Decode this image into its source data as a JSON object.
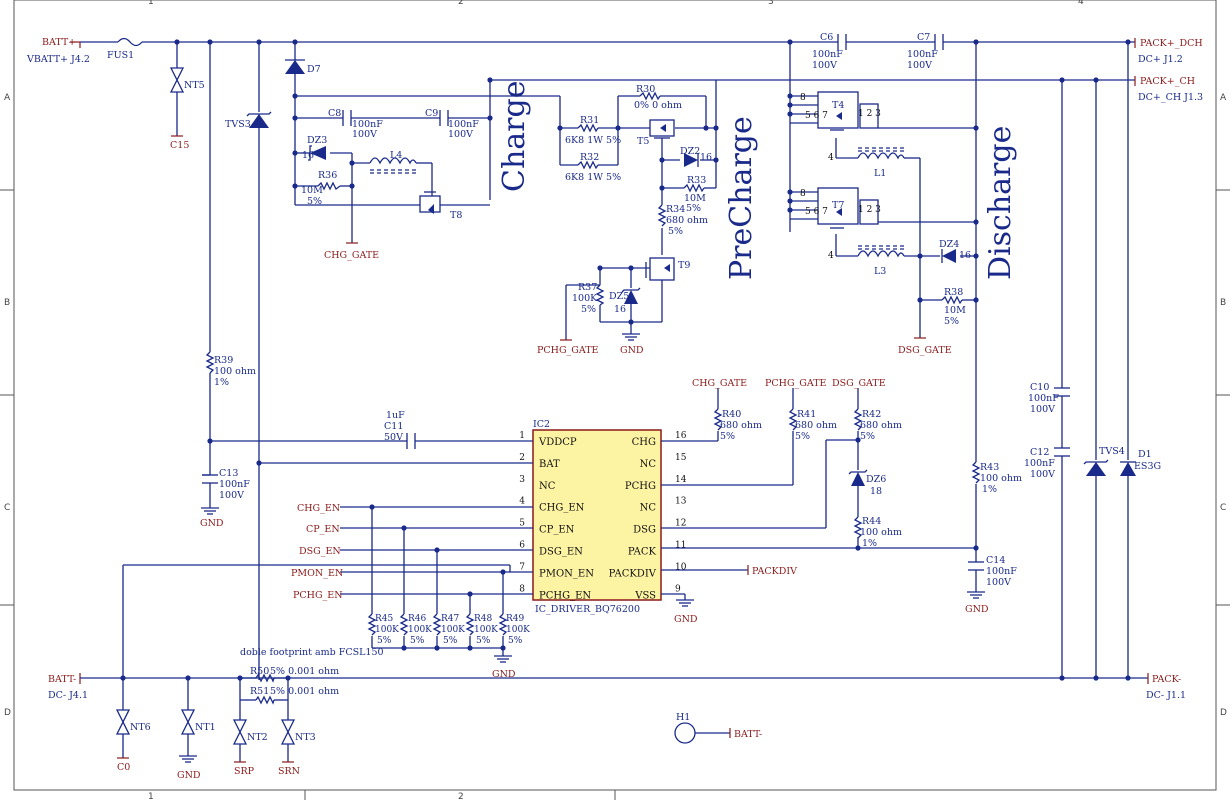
{
  "frame": {
    "cols_top": [
      "1",
      "2",
      "3",
      "4"
    ],
    "cols_bottom": [
      "1",
      "2"
    ],
    "rows": [
      "A",
      "B",
      "C",
      "D"
    ]
  },
  "sections": {
    "charge": "Charge",
    "precharge": "PreCharge",
    "discharge": "Discharge"
  },
  "connectors": {
    "batt_plus": "BATT+",
    "vbatt": "VBATT+ J4.2",
    "pack_dch": "PACK+_DCH",
    "pack_dch_ref": "DC+ J1.2",
    "pack_ch": "PACK+_CH",
    "pack_ch_ref": "DC+_CH J1.3",
    "batt_minus": "BATT-",
    "batt_minus_ref": "DC- J4.1",
    "pack_minus": "PACK-",
    "pack_minus_ref": "DC- J1.1",
    "batt_minus_h1": "BATT-"
  },
  "nets": {
    "chg_gate": "CHG_GATE",
    "pchg_gate": "PCHG_GATE",
    "dsg_gate": "DSG_GATE",
    "gnd": "GND",
    "c15": "C15",
    "c0": "C0",
    "srp": "SRP",
    "srn": "SRN",
    "chg_en": "CHG_EN",
    "cp_en": "CP_EN",
    "dsg_en": "DSG_EN",
    "pmon_en": "PMON_EN",
    "pchg_en": "PCHG_EN",
    "packdiv": "PACKDIV"
  },
  "parts": {
    "fus1": "FUS1",
    "nt5": "NT5",
    "tvs3": "TVS3",
    "d7": "D7",
    "c6": {
      "ref": "C6",
      "v1": "100nF",
      "v2": "100V"
    },
    "c7": {
      "ref": "C7",
      "v1": "100nF",
      "v2": "100V"
    },
    "c8": {
      "ref": "C8",
      "v1": "100nF",
      "v2": "100V"
    },
    "c9": {
      "ref": "C9",
      "v1": "100nF",
      "v2": "100V"
    },
    "dz3": {
      "ref": "DZ3",
      "v": "16"
    },
    "l4": "L4",
    "r36": {
      "ref": "R36",
      "v1": "10M",
      "v2": "5%"
    },
    "t8": "T8",
    "r30": {
      "ref": "R30",
      "v": "0% 0 ohm"
    },
    "r31": {
      "ref": "R31",
      "v": "6K8  1W 5%"
    },
    "r32": {
      "ref": "R32",
      "v": "6K8  1W 5%"
    },
    "t5": "T5",
    "dz2": {
      "ref": "DZ2",
      "v": "16"
    },
    "r33": {
      "ref": "R33",
      "v1": "10M",
      "v2": "5%"
    },
    "r34": {
      "ref": "R34",
      "v1": "680 ohm",
      "v2": "5%"
    },
    "t9": "T9",
    "r37": {
      "ref": "R37",
      "v1": "100K",
      "v2": "5%"
    },
    "dz5": {
      "ref": "DZ5",
      "v": "16"
    },
    "t4": "T4",
    "t7": "T7",
    "l1": "L1",
    "l3": "L3",
    "dz4": {
      "ref": "DZ4",
      "v": "16"
    },
    "r38": {
      "ref": "R38",
      "v1": "10M",
      "v2": "5%"
    },
    "r39": {
      "ref": "R39",
      "v1": "100 ohm",
      "v2": "1%"
    },
    "c11": {
      "ref": "C11",
      "v1": "1uF",
      "v2": "50V"
    },
    "c13": {
      "ref": "C13",
      "v1": "100nF",
      "v2": "100V"
    },
    "r40": {
      "ref": "R40",
      "v1": "680 ohm",
      "v2": "5%"
    },
    "r41": {
      "ref": "R41",
      "v1": "680 ohm",
      "v2": "5%"
    },
    "r42": {
      "ref": "R42",
      "v1": "680 ohm",
      "v2": "5%"
    },
    "dz6": {
      "ref": "DZ6",
      "v": "18"
    },
    "r44": {
      "ref": "R44",
      "v1": "100 ohm",
      "v2": "1%"
    },
    "r43": {
      "ref": "R43",
      "v1": "100 ohm",
      "v2": "1%"
    },
    "c14": {
      "ref": "C14",
      "v1": "100nF",
      "v2": "100V"
    },
    "c10": {
      "ref": "C10",
      "v1": "100nF",
      "v2": "100V"
    },
    "c12": {
      "ref": "C12",
      "v1": "100nF",
      "v2": "100V"
    },
    "tvs4": "TVS4",
    "d1": {
      "ref": "D1",
      "v": "ES3G"
    },
    "r45": {
      "ref": "R45",
      "v1": "100K",
      "v2": "5%"
    },
    "r46": {
      "ref": "R46",
      "v1": "100K",
      "v2": "5%"
    },
    "r47": {
      "ref": "R47",
      "v1": "100K",
      "v2": "5%"
    },
    "r48": {
      "ref": "R48",
      "v1": "100K",
      "v2": "5%"
    },
    "r49": {
      "ref": "R49",
      "v1": "100K",
      "v2": "5%"
    },
    "r50": {
      "ref": "R50",
      "v": "5%  0.001 ohm"
    },
    "r51": {
      "ref": "R51",
      "v": "5%  0.001 ohm"
    },
    "shunt_note": "doble footprint amb FCSL150",
    "nt6": "NT6",
    "nt1": "NT1",
    "nt2": "NT2",
    "nt3": "NT3",
    "h1": "H1"
  },
  "ic": {
    "ref": "IC2",
    "name": "IC_DRIVER_BQ76200",
    "fill": "#fdf4a3",
    "left_pins": [
      {
        "num": "1",
        "name": "VDDCP"
      },
      {
        "num": "2",
        "name": "BAT"
      },
      {
        "num": "3",
        "name": "NC"
      },
      {
        "num": "4",
        "name": "CHG_EN"
      },
      {
        "num": "5",
        "name": "CP_EN"
      },
      {
        "num": "6",
        "name": "DSG_EN"
      },
      {
        "num": "7",
        "name": "PMON_EN"
      },
      {
        "num": "8",
        "name": "PCHG_EN"
      }
    ],
    "right_pins": [
      {
        "num": "16",
        "name": "CHG"
      },
      {
        "num": "15",
        "name": "NC"
      },
      {
        "num": "14",
        "name": "PCHG"
      },
      {
        "num": "13",
        "name": "NC"
      },
      {
        "num": "12",
        "name": "DSG"
      },
      {
        "num": "11",
        "name": "PACK"
      },
      {
        "num": "10",
        "name": "PACKDIV"
      },
      {
        "num": "9",
        "name": "VSS"
      }
    ]
  },
  "mosfet_pins": {
    "t4_left": "8 7 6 5",
    "t4_right": "1 2 3",
    "gate": "4"
  }
}
